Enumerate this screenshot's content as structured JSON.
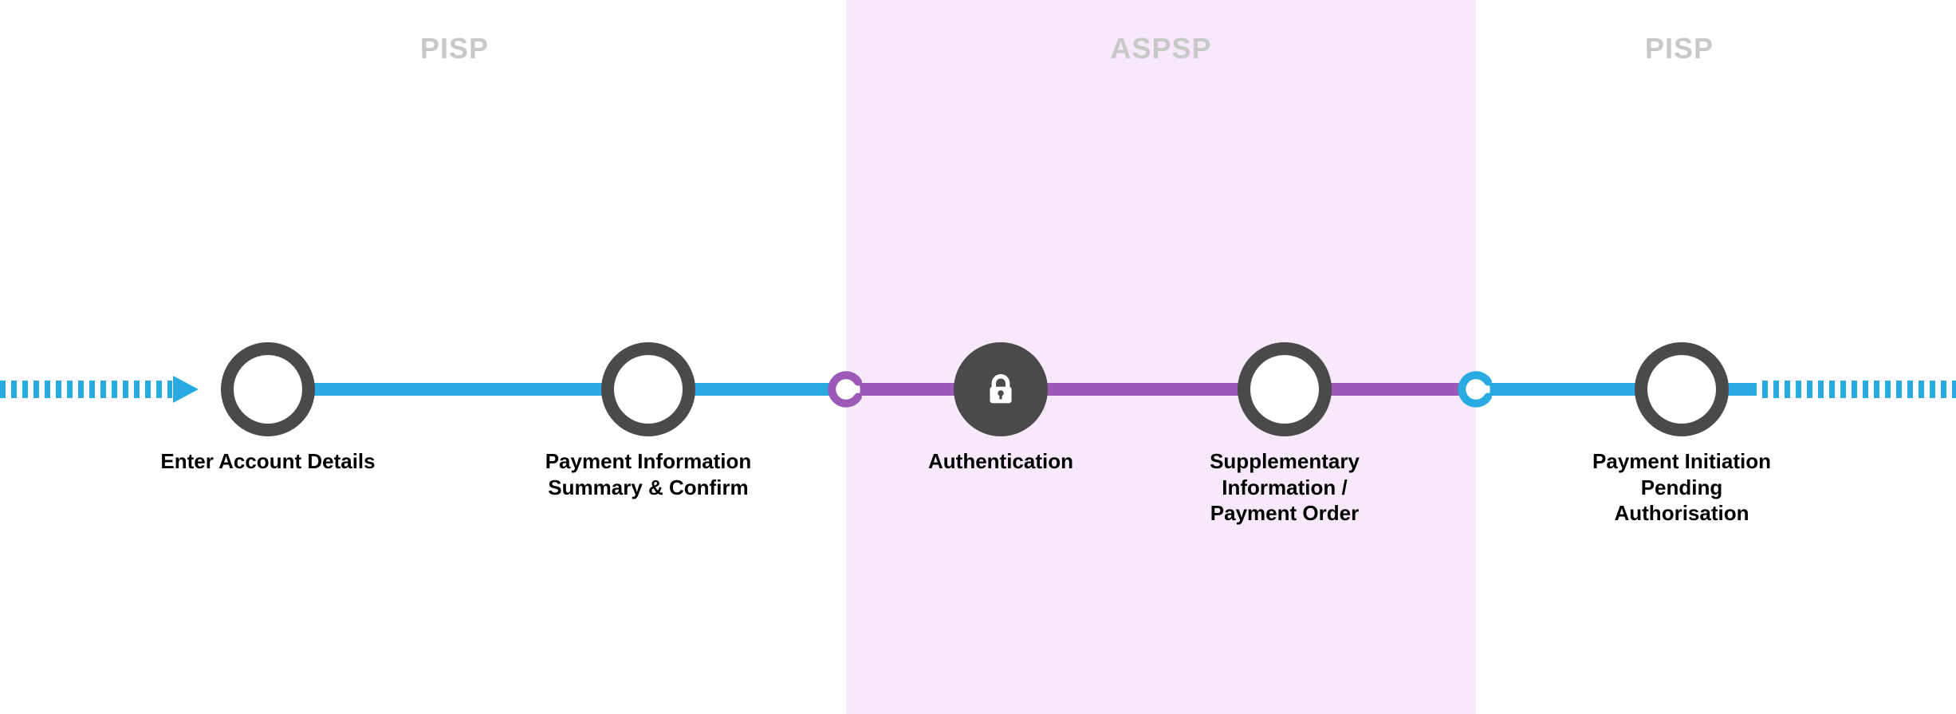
{
  "colors": {
    "blue": "#29abe2",
    "purple": "#9c59b5",
    "dark": "#4a4a4a",
    "panel": "#f8e8fb",
    "header": "#c8c8c8"
  },
  "sections": [
    {
      "label": "PISP"
    },
    {
      "label": "ASPSP"
    },
    {
      "label": "PISP"
    }
  ],
  "nodes": [
    {
      "label": "Enter Account Details"
    },
    {
      "label": "Payment Information\nSummary & Confirm"
    },
    {
      "label": "Authentication"
    },
    {
      "label": "Supplementary\nInformation /\nPayment Order"
    },
    {
      "label": "Payment Initiation\nPending\nAuthorisation"
    }
  ]
}
